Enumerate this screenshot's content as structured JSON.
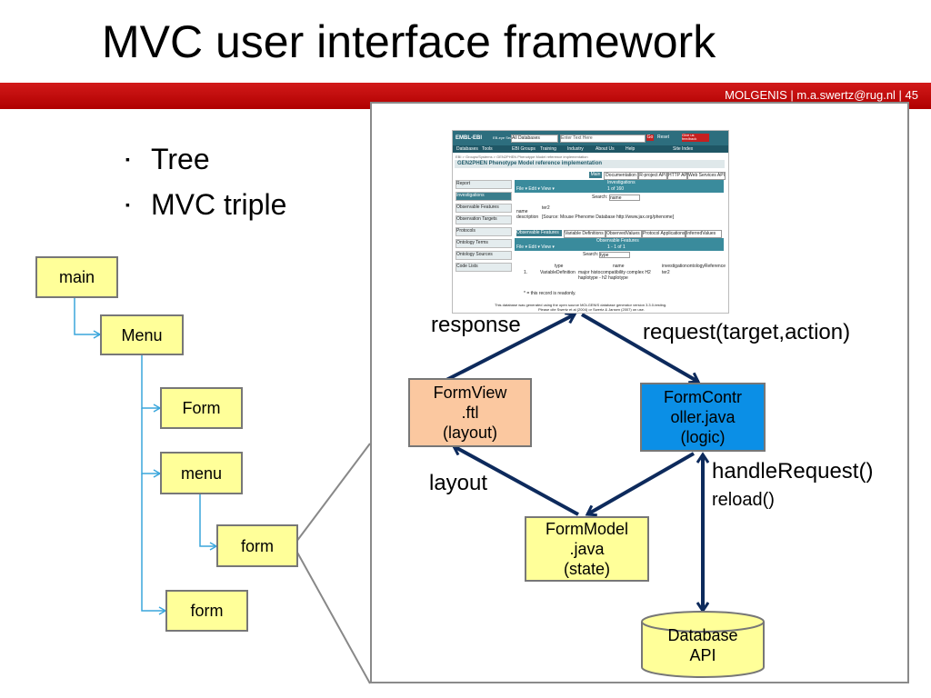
{
  "title": "MVC user interface framework",
  "footer": "MOLGENIS  |  m.a.swertz@rug.nl  |  45",
  "bullets": [
    "Tree",
    "MVC triple"
  ],
  "tree": {
    "main": "main",
    "menu1": "Menu",
    "form1": "Form",
    "menu2": "menu",
    "form2": "form",
    "form3": "form"
  },
  "mvc": {
    "view": [
      "FormView",
      ".ftl",
      "(layout)"
    ],
    "controller": [
      "FormContr",
      "oller.java",
      "(logic)"
    ],
    "model": [
      "FormModel",
      ".java",
      "(state)"
    ],
    "database": [
      "Database",
      "API"
    ]
  },
  "labels": {
    "response": "response",
    "request": "request(target,action)",
    "layout": "layout",
    "handle": "handleRequest()",
    "reload": "reload()"
  },
  "colors": {
    "arrow_dark": "#0d2a5c",
    "tree_arrow": "#3aa6dc",
    "yellow_box": "#ffff99",
    "orange_box": "#fbc8a0",
    "blue_box": "#0b8fe6",
    "red_bar": "#c00000"
  },
  "screenshot": {
    "logo": "EMBL-EBI",
    "search_label": "EB-eye Search",
    "db_select": "All Databases",
    "search_placeholder": "Enter Text Here",
    "go": "Go",
    "reset": "Reset",
    "feedback": "Give us feedback",
    "nav": [
      "Databases",
      "Tools",
      "EBI Groups",
      "Training",
      "Industry",
      "About Us",
      "Help"
    ],
    "site_index": "Site Index",
    "breadcrumb": "EBI > Groups/Systems > GEN2PHEN Phenotype Model reference implementation",
    "heading": "GEN2PHEN Phenotype Model reference implementation",
    "top_tabs": [
      "Main",
      "Documentation",
      "R-project API",
      "HTTP API",
      "Web Services API"
    ],
    "sidebar": [
      "Report",
      "Investigations",
      "Observable Features",
      "Observation Targets",
      "Protocols",
      "Ontology Terms",
      "Ontology Sources",
      "Code Lists"
    ],
    "panel1_title": "Investigations",
    "file_menu": "File ▾ Edit ▾ View ▾",
    "pager1": "1 of 160",
    "search_word": "Search:",
    "name_opt": "name",
    "name_label": "name",
    "name_value": "ter2",
    "desc_label": "description",
    "desc_value": "[Source: Mouse Phenome Database http://www.jax.org/phenome]",
    "sub_tabs": [
      "Observable Features",
      "Variable Definitions",
      "ObservedValues",
      "Protocol Applications",
      "InferredValues"
    ],
    "panel2_title": "Observable Features",
    "pager2": "1 - 1 of 1",
    "type_opt": "type",
    "cols": [
      "type",
      "name",
      "investigation",
      "ontologyReference"
    ],
    "row_num": "1.",
    "row_type": "VariableDefinition",
    "row_name": "major histocompatibility complex H2 haplotype - h2 haplotype",
    "row_inv": "ter2",
    "readonly_note": "* = this record is readonly.",
    "footnote1": "This database was generated using the open source MOLGENIS database generator version 3.3.0-testing.",
    "footnote2": "Please cite Swertz et al (2004) or Swertz & Jansen (2007) on use."
  }
}
